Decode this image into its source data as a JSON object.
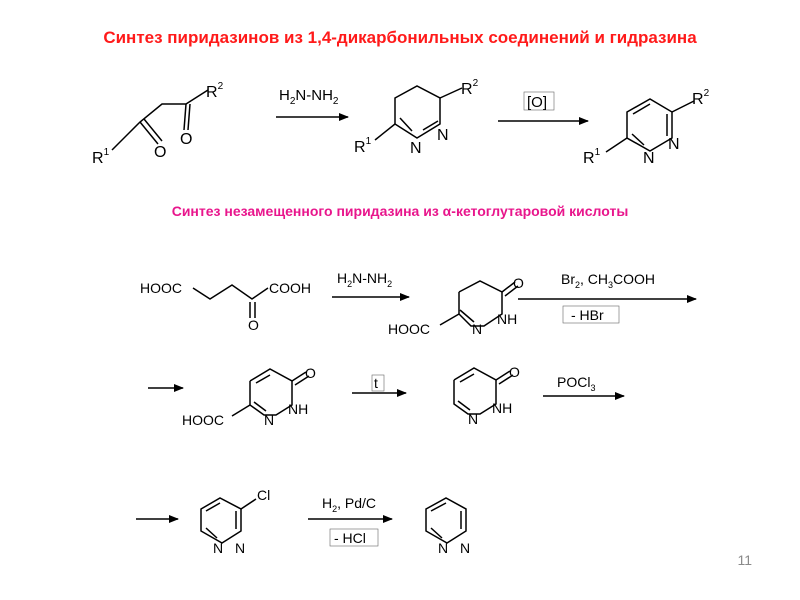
{
  "title": "Синтез пиридазинов из 1,4-дикарбонильных соединений и гидразина",
  "subtitle": "Синтез незамещенного пиридазина из α-кетоглутаровой кислоты",
  "page_number": "11",
  "colors": {
    "title": "#ff1a1a",
    "subtitle": "#e8168c"
  },
  "scheme1": {
    "reagent": "H2N-NH2",
    "oxidant": "[O]",
    "r1": "R",
    "r1_sup": "1",
    "r2": "R",
    "r2_sup": "2",
    "oxygen": "O",
    "nitrogen": "N"
  },
  "scheme2": {
    "start_hooc": "HOOC",
    "start_cooh": "COOH",
    "start_o": "O",
    "reagent1": "H2N-NH2",
    "intermediate_hooc": "HOOC",
    "reagent2_top": "Br2, CH3COOH",
    "reagent2_bottom": "- HBr",
    "oxo": "O",
    "nh": "NH",
    "n": "N",
    "heat": "t",
    "reagent3": "POCl3",
    "chloro": "Cl",
    "reagent4_top": "H2, Pd/C",
    "reagent4_bottom": "- HCl"
  }
}
